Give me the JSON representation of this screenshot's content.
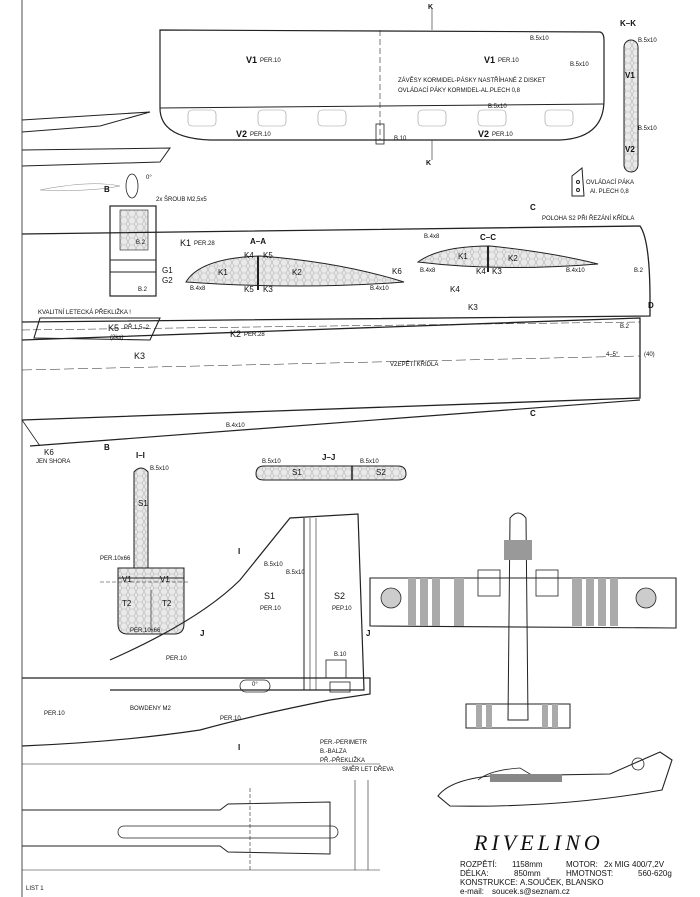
{
  "title": "RIVELINO",
  "sheet_label": "LIST 1",
  "specs": {
    "span_label": "ROZPĚTÍ:",
    "span_value": "1158mm",
    "length_label": "DÉLKA:",
    "length_value": "850mm",
    "motor_label": "MOTOR:",
    "motor_value": "2x MIG 400/7,2V",
    "weight_label": "HMOTNOST:",
    "weight_value": "560-620g",
    "design_label": "KONSTRUKCE:",
    "design_value": "A.SOUČEK, BLANSKO",
    "email_label": "e-mail:",
    "email_value": "soucek.s@seznam.cz"
  },
  "legend": {
    "per": "PER.-PERIMETR",
    "b": "B.-BALZA",
    "pr": "PŘ.-PŘEKLIŽKA",
    "grain": "SMĚR LET DŘEVA"
  },
  "labels": {
    "k_top": "K",
    "k_bottom": "K",
    "kk": "K–K",
    "v1_left": "V1",
    "v1_left_sub": "PER.10",
    "v1_right": "V1",
    "v1_right_sub": "PER.10",
    "v2_left": "V2",
    "v2_left_sub": "PER.10",
    "v2_right": "V2",
    "v2_right_sub": "PER.10",
    "b5x10_a": "B.5x10",
    "b5x10_b": "B.5x10",
    "b5x10_c": "B.5x10",
    "b10": "B.10",
    "hinge_note1": "ZÁVĚSY KORMIDEL-PÁSKY NASTŘÍHANÉ Z DISKET",
    "hinge_note2": "OVLÁDACÍ PÁKY KORMIDEL-AL.PLECH 0,8",
    "kk_v1": "V1",
    "kk_v2": "V2",
    "kk_b5x10a": "B.5x10",
    "kk_b5x10b": "B.5x10",
    "horn1": "OVLÁDACÍ PÁKA",
    "horn2": "Al. PLECH 0,8",
    "zero_deg": "0°",
    "b_top": "B",
    "b_bottom": "B",
    "screw": "2x ŠROUB M2,5x5",
    "b2_a": "B.2",
    "b2_b": "B.2",
    "g1": "G1",
    "g2": "G2",
    "k1_per": "K1",
    "k1_per_sub": "PER.28",
    "aa": "A–A",
    "aa_k4": "K4",
    "aa_k5": "K5",
    "aa_k1": "K1",
    "aa_k2": "K2",
    "aa_k5b": "K5",
    "aa_k3": "K3",
    "aa_b4x8": "B.4x8",
    "aa_b4x10": "B.4x10",
    "k6": "K6",
    "c_top": "C",
    "c_bottom": "C",
    "c_pos": "POLOHA S2 PŘI ŘEZÁNÍ KŘÍDLA",
    "cc": "C–C",
    "cc_k1": "K1",
    "cc_k2": "K2",
    "cc_k4": "K4",
    "cc_k3": "K3",
    "cc_b4x8a": "B.4x8",
    "cc_b4x8b": "B.4x8",
    "cc_b4x10": "B.4x10",
    "b2_right": "B.2",
    "b2_right2": "B.2",
    "k4": "K4",
    "k3_mid": "K3",
    "d_mark": "D",
    "plywood_note": "KVALITNÍ LETECKÁ PŘEKLIŽKA !",
    "k5": "K5",
    "k5_sub": "PŘ.1,5–2",
    "k5_qty": "(2ks)",
    "k2": "K2",
    "k2_sub": "PER.28",
    "k3": "K3",
    "dihedral": "VZEPĚTÍ KŘÍDLA",
    "dihedral_val": "4–5°",
    "dihedral_dim": "(40)",
    "b4x10_bottom": "B.4x10",
    "k6_bottom": "K6",
    "k6_note": "JEN SHORA",
    "ii": "I–I",
    "ii_b5x10": "B.5x10",
    "ii_s1": "S1",
    "per10x66": "PER.10x66",
    "v1a": "V1",
    "v1b": "V1",
    "t2a": "T2",
    "t2b": "T2",
    "per10x66b": "PER.10x66",
    "jj": "J–J",
    "jj_b5x10a": "B.5x10",
    "jj_b5x10b": "B.5x10",
    "jj_s1": "S1",
    "jj_s2": "S2",
    "fin_i_top": "I",
    "fin_i_bottom": "I",
    "fin_j_left": "J",
    "fin_j_right": "J",
    "fin_b5x10a": "B.5x10",
    "fin_b5x10b": "B.5x10",
    "fin_s1": "S1",
    "fin_s1_sub": "PER.10",
    "fin_s2": "S2",
    "fin_s2_sub": "PEP.10",
    "fin_b10": "B.10",
    "per10_a": "PER.10",
    "per10_b": "PER.10",
    "per10_c": "PER.10",
    "bowden": "BOWDENY M2",
    "zero_deg_b": "0°"
  }
}
